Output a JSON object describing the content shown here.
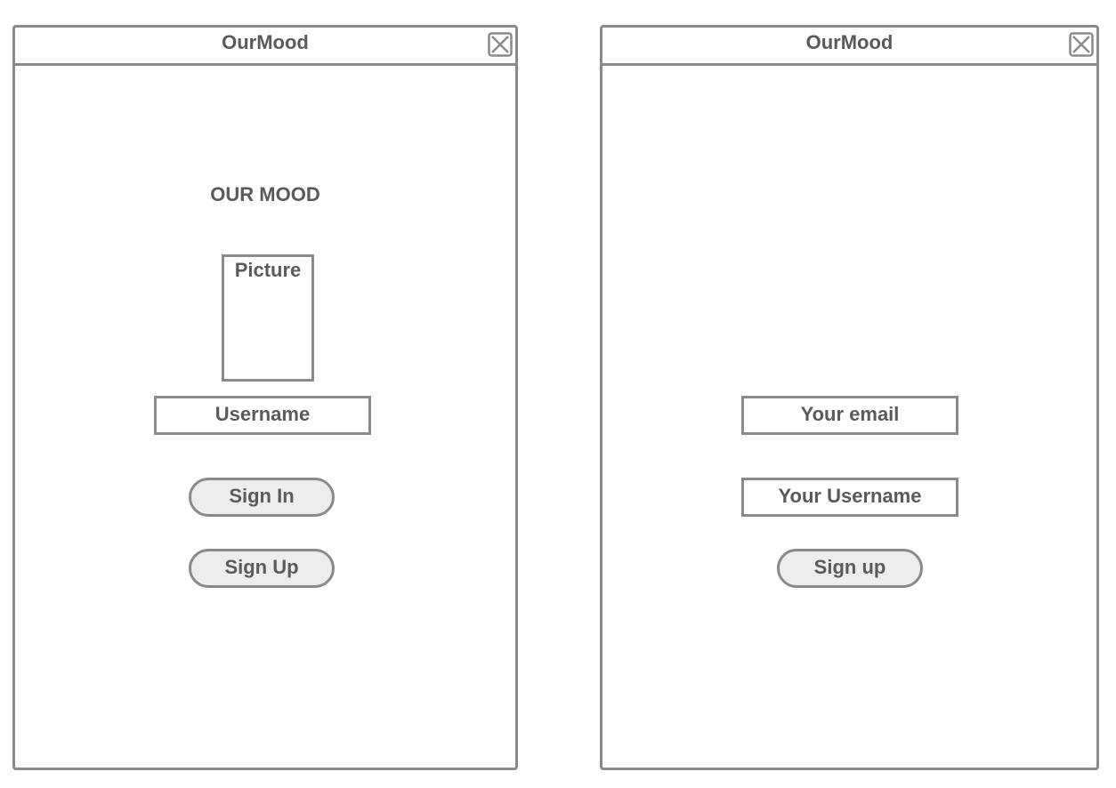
{
  "screens": [
    {
      "window_title": "OurMood",
      "close_icon": "close-box-icon",
      "heading": "OUR MOOD",
      "picture_label": "Picture",
      "username_placeholder": "Username",
      "sign_in_label": "Sign In",
      "sign_up_label": "Sign Up"
    },
    {
      "window_title": "OurMood",
      "close_icon": "close-box-icon",
      "email_placeholder": "Your email",
      "username_placeholder": "Your Username",
      "sign_up_label": "Sign up"
    }
  ],
  "colors": {
    "border": "#8a8a8a",
    "text": "#5a5a5a",
    "button_fill": "#ededed",
    "background": "#ffffff"
  }
}
